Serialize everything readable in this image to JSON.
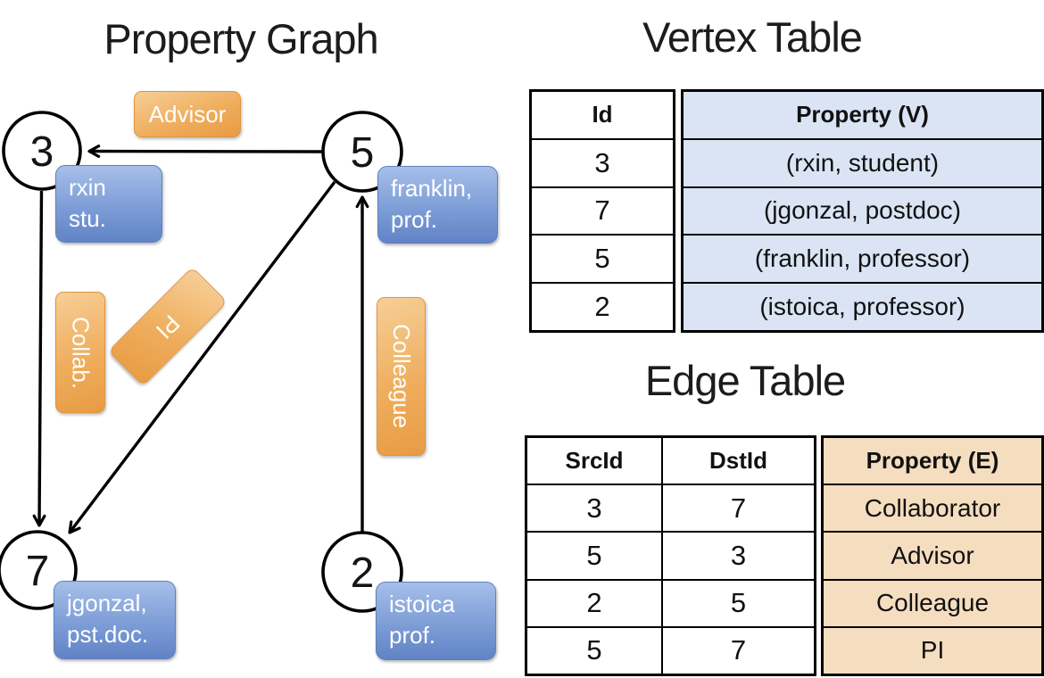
{
  "graph": {
    "title": "Property Graph",
    "nodes": {
      "n3": "3",
      "n5": "5",
      "n7": "7",
      "n2": "2"
    },
    "edge_labels": {
      "advisor": "Advisor",
      "collab": "Collab.",
      "pi": "PI",
      "colleague": "Colleague"
    },
    "vertex_boxes": {
      "rxin": {
        "line1": "rxin",
        "line2": "stu."
      },
      "franklin": {
        "line1": "franklin,",
        "line2": "prof."
      },
      "jgonzal": {
        "line1": "jgonzal,",
        "line2": "pst.doc."
      },
      "istoica": {
        "line1": "istoica",
        "line2": "prof."
      }
    }
  },
  "vertex_table": {
    "title": "Vertex Table",
    "columns": {
      "id": "Id",
      "property": "Property (V)"
    },
    "rows": [
      {
        "id": "3",
        "property": "(rxin, student)"
      },
      {
        "id": "7",
        "property": "(jgonzal, postdoc)"
      },
      {
        "id": "5",
        "property": "(franklin, professor)"
      },
      {
        "id": "2",
        "property": "(istoica, professor)"
      }
    ]
  },
  "edge_table": {
    "title": "Edge Table",
    "columns": {
      "src": "SrcId",
      "dst": "DstId",
      "property": "Property (E)"
    },
    "rows": [
      {
        "src": "3",
        "dst": "7",
        "property": "Collaborator"
      },
      {
        "src": "5",
        "dst": "3",
        "property": "Advisor"
      },
      {
        "src": "2",
        "dst": "5",
        "property": "Colleague"
      },
      {
        "src": "5",
        "dst": "7",
        "property": "PI"
      }
    ]
  },
  "colors": {
    "vertex_property_fill": "#dbe4f4",
    "edge_property_fill": "#f5ddbf",
    "edge_label_orange_light": "#f6cf97",
    "edge_label_orange_dark": "#e89b43",
    "vertex_box_blue_light": "#a7bfe9",
    "vertex_box_blue_dark": "#6183c6",
    "stroke": "#000000"
  }
}
